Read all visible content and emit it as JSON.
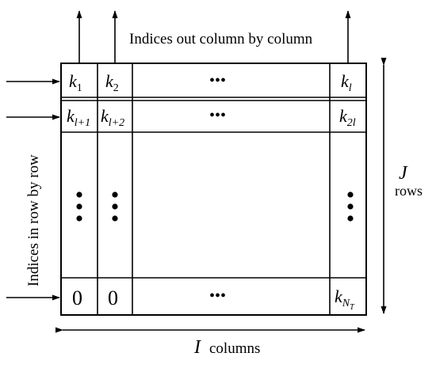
{
  "caption_top": "Indices out column by column",
  "caption_left": "Indices in row by row",
  "rows_axis": {
    "symbol": "J",
    "unit": "rows"
  },
  "cols_axis": {
    "symbol": "I",
    "unit": "columns"
  },
  "ellipsis": "•••",
  "cells": {
    "r1c1": {
      "base": "k",
      "sub": "1"
    },
    "r1c2": {
      "base": "k",
      "sub": "2"
    },
    "r1cN": {
      "base": "k",
      "sub": "l"
    },
    "r2c1": {
      "base": "k",
      "sub": "l+1"
    },
    "r2c2": {
      "base": "k",
      "sub": "l+2"
    },
    "r2cN": {
      "base": "k",
      "sub": "2l"
    },
    "rNc1": {
      "value": "0"
    },
    "rNc2": {
      "value": "0"
    },
    "rNcN": {
      "base": "k",
      "sub": "N",
      "subsub": "T"
    }
  },
  "colors": {
    "line": "#000000",
    "background": "#ffffff"
  }
}
